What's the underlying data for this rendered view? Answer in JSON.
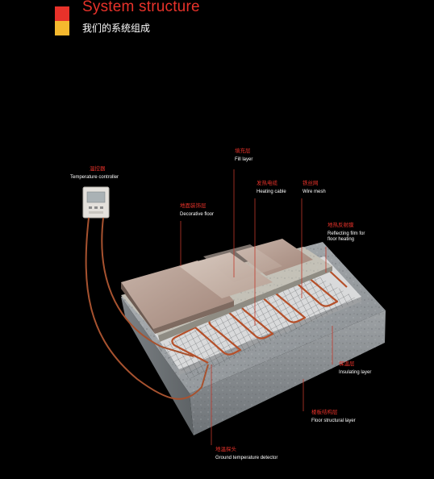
{
  "header": {
    "title": "System structure",
    "subtitle": "我们的系统组成",
    "accent_red": "#e8322a",
    "accent_yellow": "#f5b82e"
  },
  "labels": {
    "thermostat": {
      "cn": "温控器",
      "en": "Temperature controller"
    },
    "fill_layer": {
      "cn": "填充层",
      "en": "Fill layer"
    },
    "heating_cable": {
      "cn": "发热电缆",
      "en": "Heating cable"
    },
    "wire_mesh": {
      "cn": "铁丝网",
      "en": "Wire mesh"
    },
    "decorative_floor": {
      "cn": "地面装饰层",
      "en": "Decorative floor"
    },
    "reflecting_film": {
      "cn": "地热反射膜",
      "en": "Reflecting film for",
      "en2": "floor heating"
    },
    "insulating_layer": {
      "cn": "保温层",
      "en": "Insulating layer"
    },
    "floor_structural": {
      "cn": "楼板结构层",
      "en": "Floor structural layer"
    },
    "ground_sensor": {
      "cn": "地温探头",
      "en": "Ground temperature detector"
    }
  },
  "colors": {
    "leader_line": "#c0392b",
    "cable": "#b5502a",
    "concrete": "#8f9498",
    "tile": "#b39a8e"
  }
}
